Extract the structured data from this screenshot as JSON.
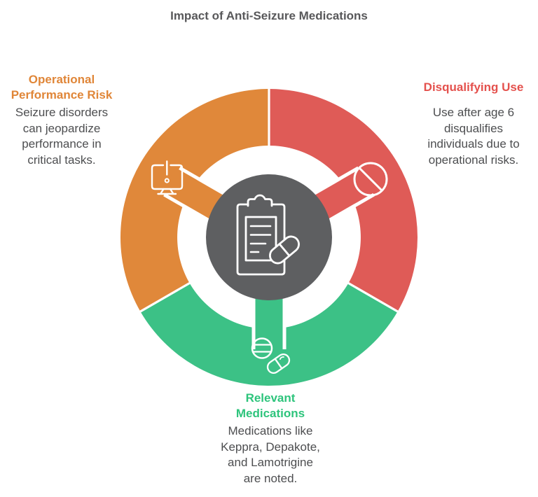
{
  "title": "Impact of Anti-Seizure Medications",
  "background": "#FFFFFF",
  "text_colors": {
    "title": "#58585A",
    "body": "#4D4E50"
  },
  "hub": {
    "color": "#5E5F61",
    "icon": "clipboard-pill-icon"
  },
  "segments": [
    {
      "name": "Operational Performance Risk",
      "position": "left",
      "color": "#E0883A",
      "text_color": "#E08638",
      "icon": "monitor-alert-icon",
      "heading_lines": [
        "Operational",
        "Performance Risk"
      ],
      "body_lines": [
        "Seizure disorders",
        "can jeopardize",
        "performance in",
        "critical tasks."
      ]
    },
    {
      "name": "Disqualifying Use",
      "position": "right",
      "color": "#DF5B57",
      "text_color": "#E4514D",
      "icon": "prohibited-icon",
      "heading_lines": [
        "Disqualifying Use"
      ],
      "body_lines": [
        "Use after age 6",
        "disqualifies",
        "individuals due to",
        "operational risks."
      ]
    },
    {
      "name": "Relevant Medications",
      "position": "bottom",
      "color": "#3CC186",
      "text_color": "#2EC47C",
      "icon": "pills-icon",
      "heading_lines": [
        "Relevant",
        "Medications"
      ],
      "body_lines": [
        "Medications like",
        "Keppra, Depakote,",
        "and Lamotrigine",
        "are noted."
      ]
    }
  ]
}
